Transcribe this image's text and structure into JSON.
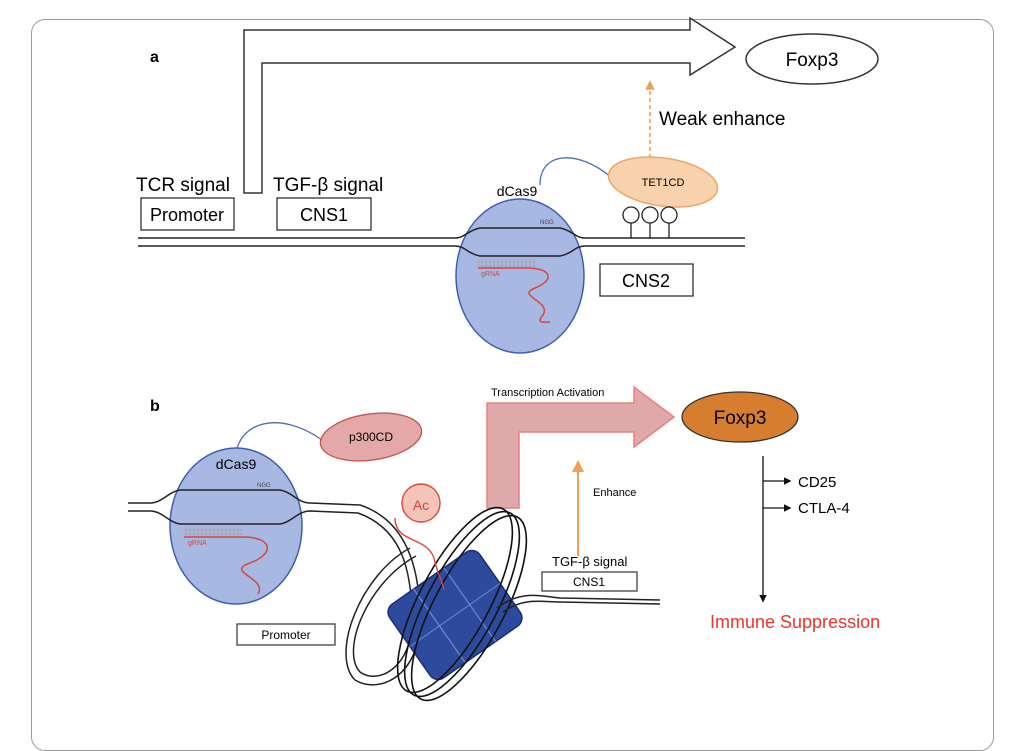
{
  "panel_a": {
    "label": "a",
    "foxp3": "Foxp3",
    "weak_enhance": "Weak enhance",
    "tet1cd": "TET1CD",
    "tcr_signal": "TCR signal",
    "tgf_signal": "TGF-β signal",
    "promoter": "Promoter",
    "cns1": "CNS1",
    "dcas9": "dCas9",
    "ngg": "NGG",
    "grna": "gRNA",
    "cns2": "CNS2"
  },
  "panel_b": {
    "label": "b",
    "transcription_activation": "Transcription Activation",
    "foxp3": "Foxp3",
    "p300cd": "p300CD",
    "dcas9": "dCas9",
    "ngg": "NGG",
    "grna": "gRNA",
    "ac": "Ac",
    "enhance": "Enhance",
    "tgf_signal": "TGF-β signal",
    "cns1": "CNS1",
    "promoter": "Promoter",
    "cd25": "CD25",
    "ctla4": "CTLA-4",
    "immune_suppression": "Immune Suppression"
  },
  "colors": {
    "dcas9_fill": "#a7b8e3",
    "dcas9_stroke": "#3f5fae",
    "tet1cd_fill": "#f7d2ac",
    "tet1cd_stroke": "#eba767",
    "p300cd_fill": "#e4a8a8",
    "p300cd_stroke": "#c05a5a",
    "foxp3_b_fill": "#d77d30",
    "arrow_b_fill": "#dfa9a9",
    "arrow_b_stroke": "#e88080",
    "orange_arrow": "#f0a050",
    "grna_red": "#d9463f",
    "immune_red": "#e8362b",
    "nucleosome": "#2d4a9c"
  }
}
